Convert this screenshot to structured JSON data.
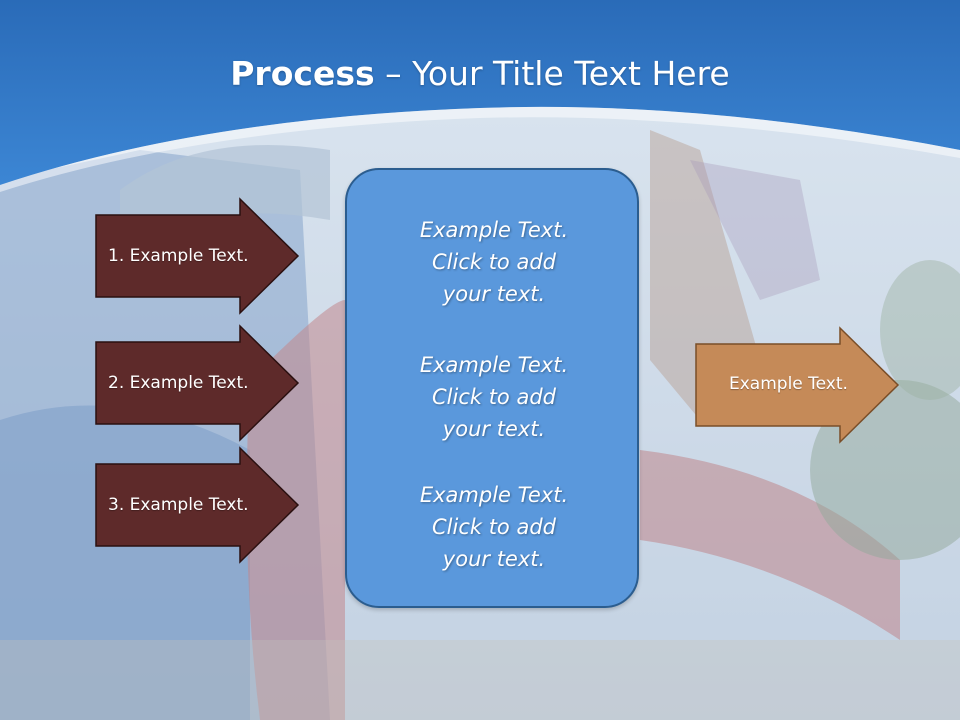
{
  "title": {
    "bold": "Process",
    "separator": " – ",
    "rest": "Your Title Text Here"
  },
  "steps": [
    {
      "label": "1. Example Text."
    },
    {
      "label": "2. Example Text."
    },
    {
      "label": "3. Example Text."
    }
  ],
  "center_items": [
    {
      "line1": "Example Text.",
      "line2": "Click  to add",
      "line3": "your text."
    },
    {
      "line1": "Example Text.",
      "line2": "Click  to add",
      "line3": "your text."
    },
    {
      "line1": "Example Text.",
      "line2": "Click  to add",
      "line3": "your text."
    }
  ],
  "output": {
    "label": "Example Text."
  },
  "colors": {
    "header_blue": "#3a7cc8",
    "step_arrow": "#5e2a2a",
    "output_arrow": "#c58a58",
    "center_box": "#5a98dc"
  }
}
